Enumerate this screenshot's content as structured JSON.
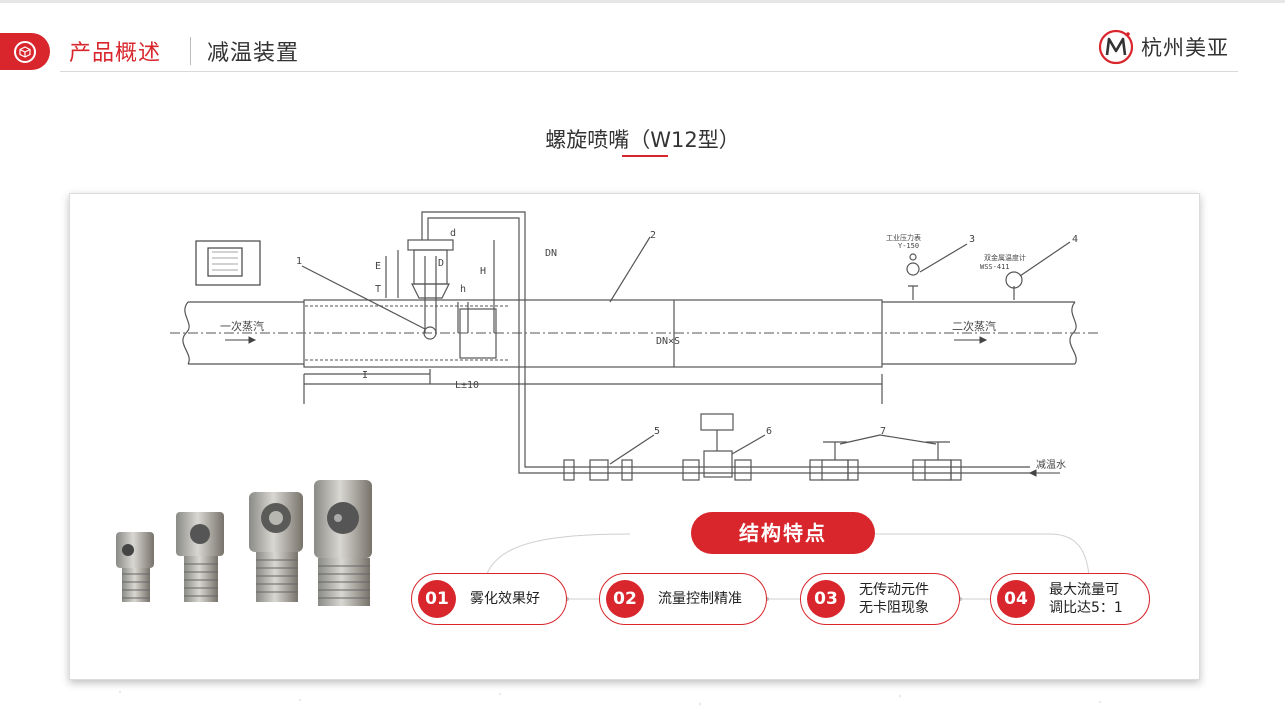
{
  "header": {
    "title": "产品概述",
    "subtitle": "减温装置",
    "brand": "杭州美亚",
    "badge_icon": "cube-icon",
    "accent": "#d8262c"
  },
  "section": {
    "title": "螺旋喷嘴（W12型）"
  },
  "diagram": {
    "callouts": [
      "1",
      "2",
      "3",
      "4",
      "5",
      "6",
      "7"
    ],
    "dims": {
      "d": "d",
      "dn": "DN",
      "e": "E",
      "t": "T",
      "h_small": "h",
      "h_large": "H",
      "d_big": "D",
      "i": "I",
      "l": "L±10",
      "dn_pipe": "DN×S"
    },
    "left_flow": "一次蒸汽",
    "right_flow": "二次蒸汽",
    "water": "减温水",
    "gauge_left_label": "工业压力表",
    "gauge_left_model": "Y-150",
    "gauge_right_label": "双金属温度计",
    "gauge_right_model": "WSS-411"
  },
  "features": {
    "title": "结构特点",
    "items": [
      {
        "num": "01",
        "text": "雾化效果好"
      },
      {
        "num": "02",
        "text": "流量控制精准"
      },
      {
        "num": "03",
        "text": "无传动元件\n无卡阻现象"
      },
      {
        "num": "04",
        "text": "最大流量可\n调比达5：1"
      }
    ]
  }
}
